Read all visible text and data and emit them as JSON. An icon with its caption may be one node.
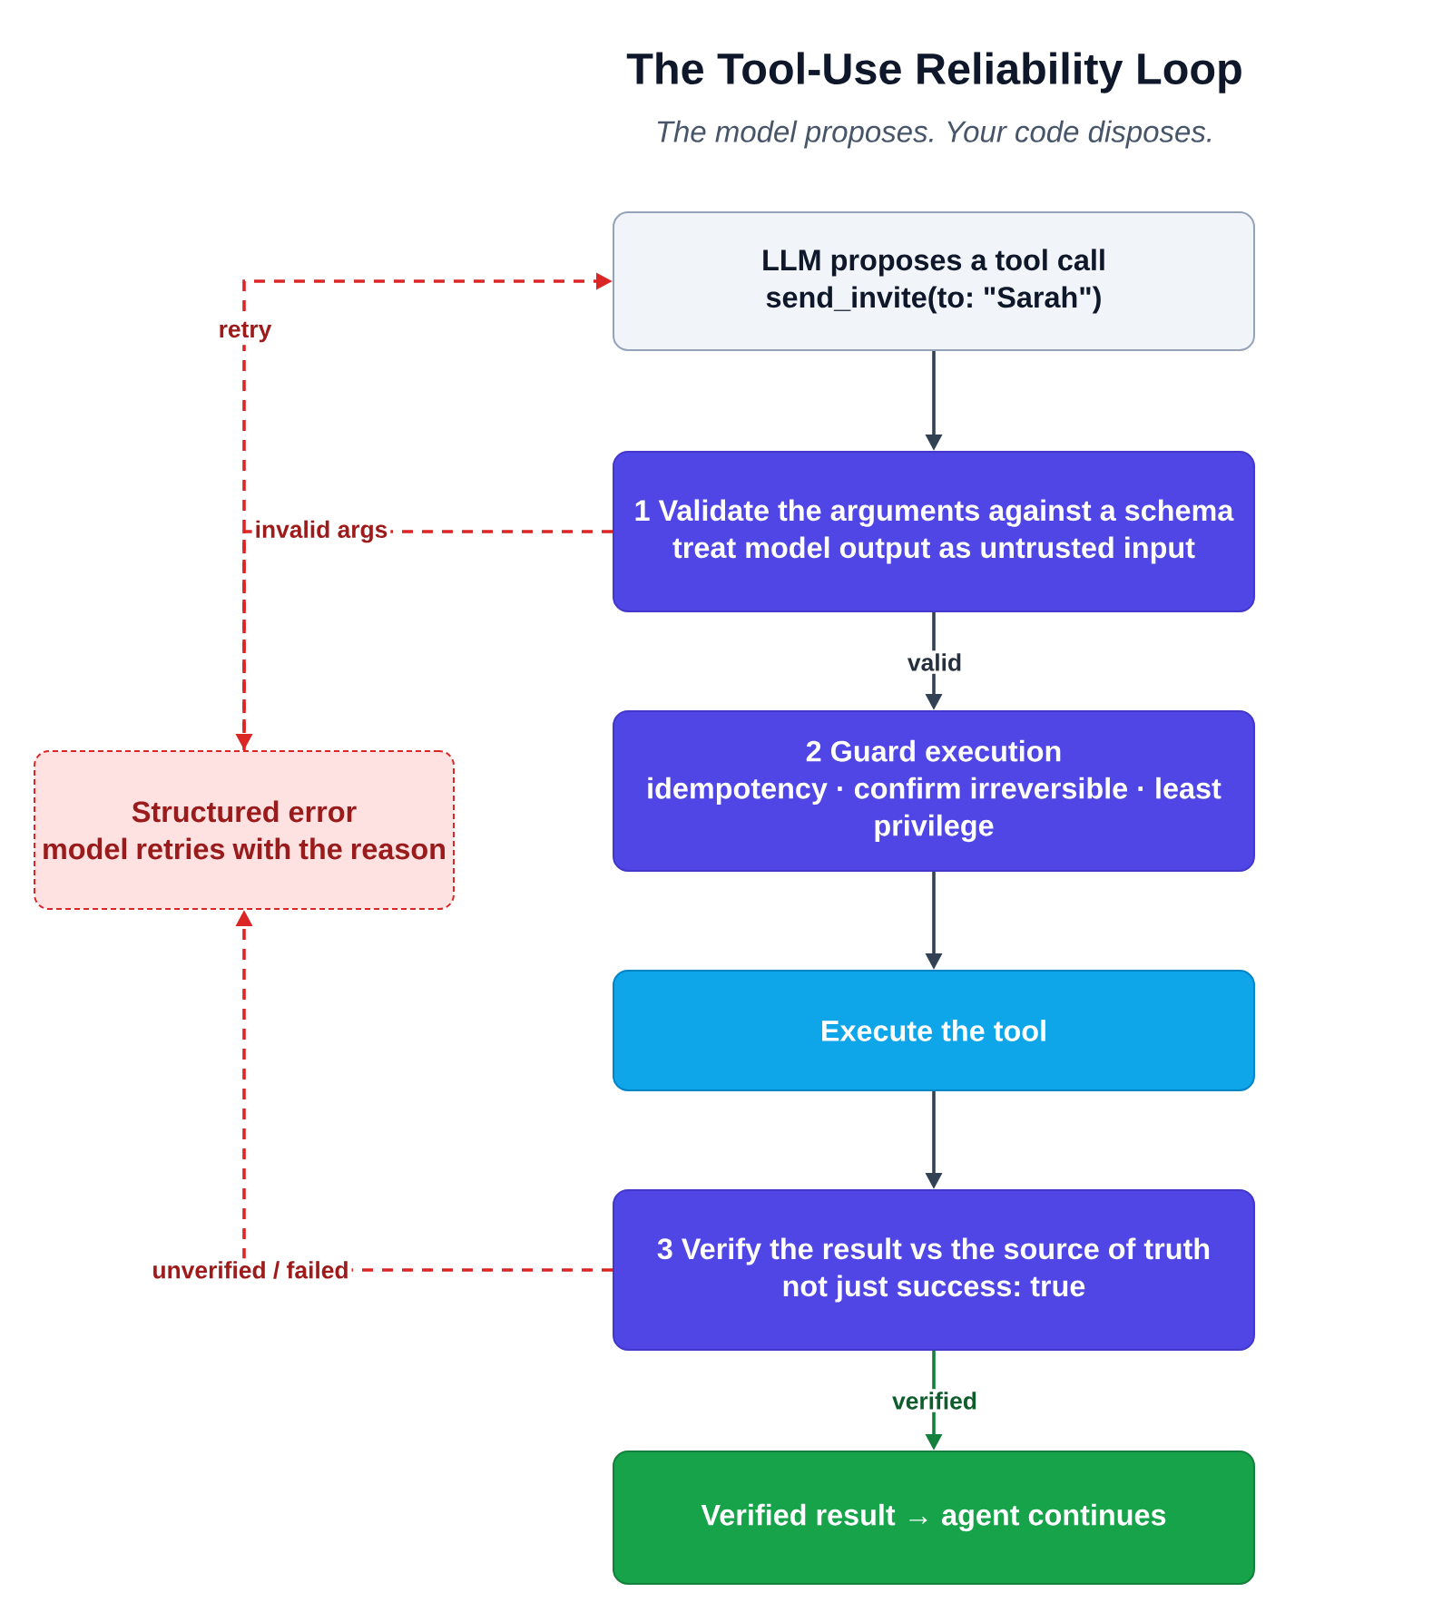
{
  "diagram": {
    "title": "The Tool-Use Reliability Loop",
    "nodes": [
      {
        "text": [
          "LLM proposes a tool call",
          "send_invite(to: \"Sarah\")"
        ]
      },
      {
        "text": [
          "1 Validate the arguments against a schema",
          "treat model output as untrusted input"
        ]
      },
      {
        "text": [
          "2 Guard execution",
          "idempotency · confirm irreversible · least privilege"
        ]
      },
      {
        "text": [
          "Execute the tool"
        ]
      },
      {
        "text": [
          "3 Verify the result vs the source of truth",
          "not just success: true"
        ]
      },
      {
        "text": [
          "Verified result → agent continues"
        ]
      },
      {
        "text": [
          "Structured error",
          "model retries with the reason"
        ]
      }
    ],
    "edges": [
      {
        "from": 0,
        "to": 1,
        "arrow": "to"
      },
      {
        "from": 1,
        "to": 2,
        "arrow": "to",
        "label": "valid"
      },
      {
        "from": 2,
        "to": 3,
        "arrow": "to"
      },
      {
        "from": 3,
        "to": 4,
        "arrow": "to"
      },
      {
        "from": 4,
        "to": 5,
        "arrow": "to",
        "label": "verified",
        "color": "#15803d"
      },
      {
        "from": 1,
        "to": 6,
        "arrow": "to",
        "label": "invalid args",
        "style": "dashed",
        "color": "#dc2626"
      },
      {
        "from": 4,
        "to": 6,
        "arrow": "to",
        "label": "unverified / failed",
        "style": "dashed",
        "color": "#dc2626"
      },
      {
        "from": 6,
        "to": 0,
        "arrow": "to",
        "label": "retry",
        "style": "dashed",
        "color": "#dc2626"
      }
    ],
    "labels": [
      "The model proposes. Your code disposes."
    ]
  }
}
